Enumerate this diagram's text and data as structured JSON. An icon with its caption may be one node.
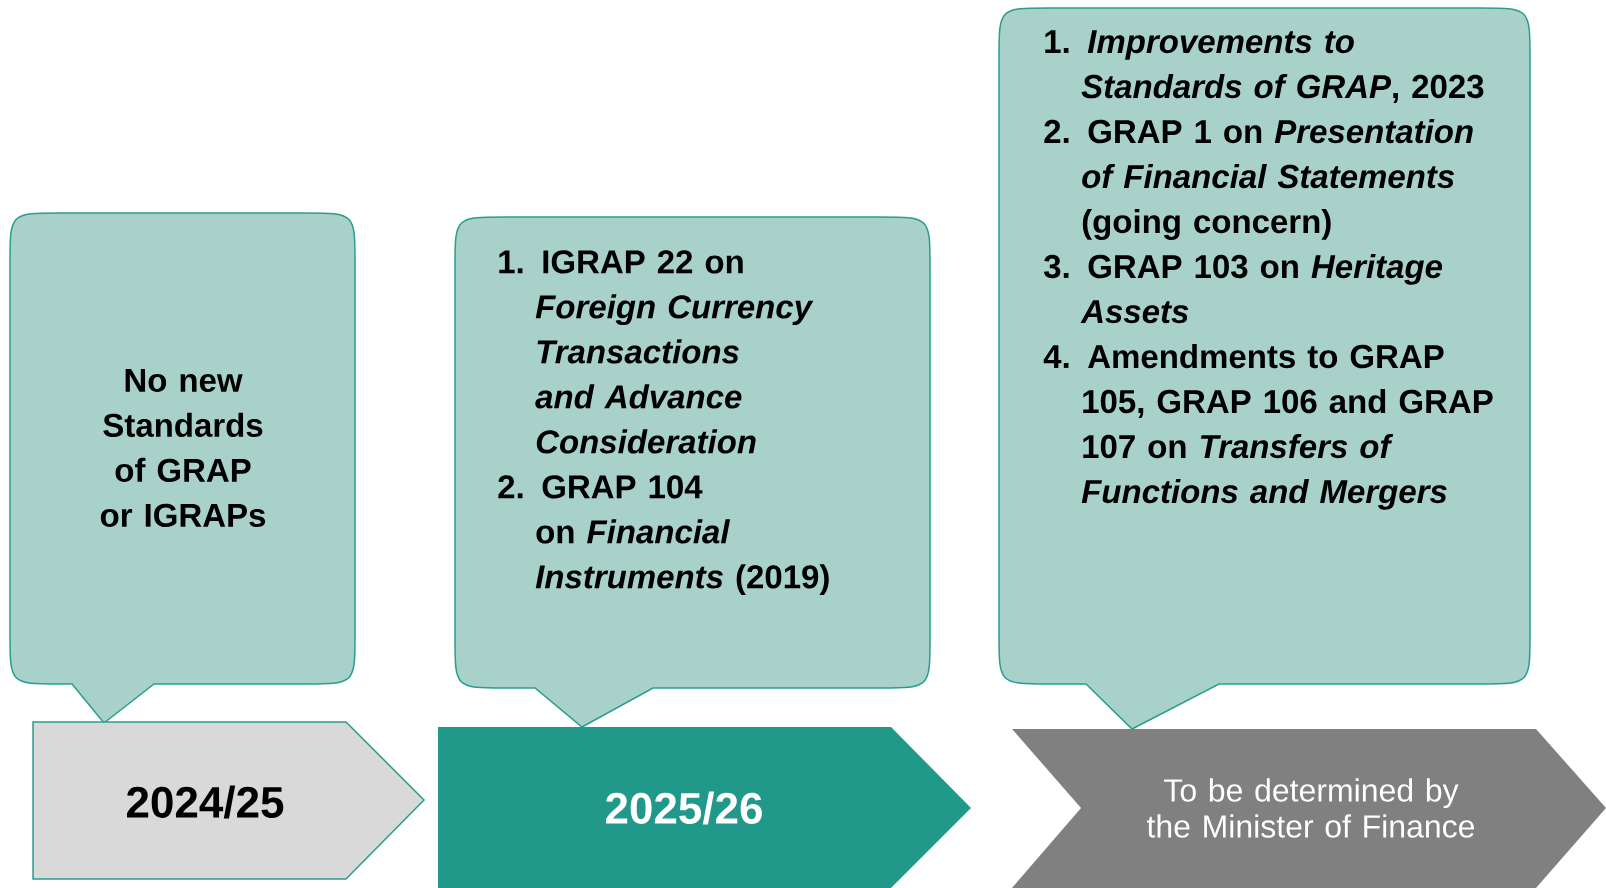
{
  "diagram": {
    "nodes": [
      {
        "text": [
          "No new Standards of GRAP or IGRAPs"
        ]
      },
      {
        "text": [
          "1. IGRAP 22 on *Foreign Currency Transactions and Advance Consideration*",
          "2. GRAP 104 on *Financial Instruments* (2019)"
        ]
      },
      {
        "text": [
          "1. *Improvements to Standards of GRAP*, 2023",
          "2. GRAP 1 on *Presentation of Financial Statements* (going concern)",
          "3. GRAP 103 on *Heritage Assets*",
          "4. Amendments to GRAP 105, GRAP 106 and GRAP 107 on *Transfers of Functions and Mergers*"
        ]
      },
      {
        "text": [
          "2024/25"
        ]
      },
      {
        "text": [
          "2025/26"
        ]
      },
      {
        "text": [
          "To be determined by the Minister of Finance"
        ]
      }
    ]
  }
}
